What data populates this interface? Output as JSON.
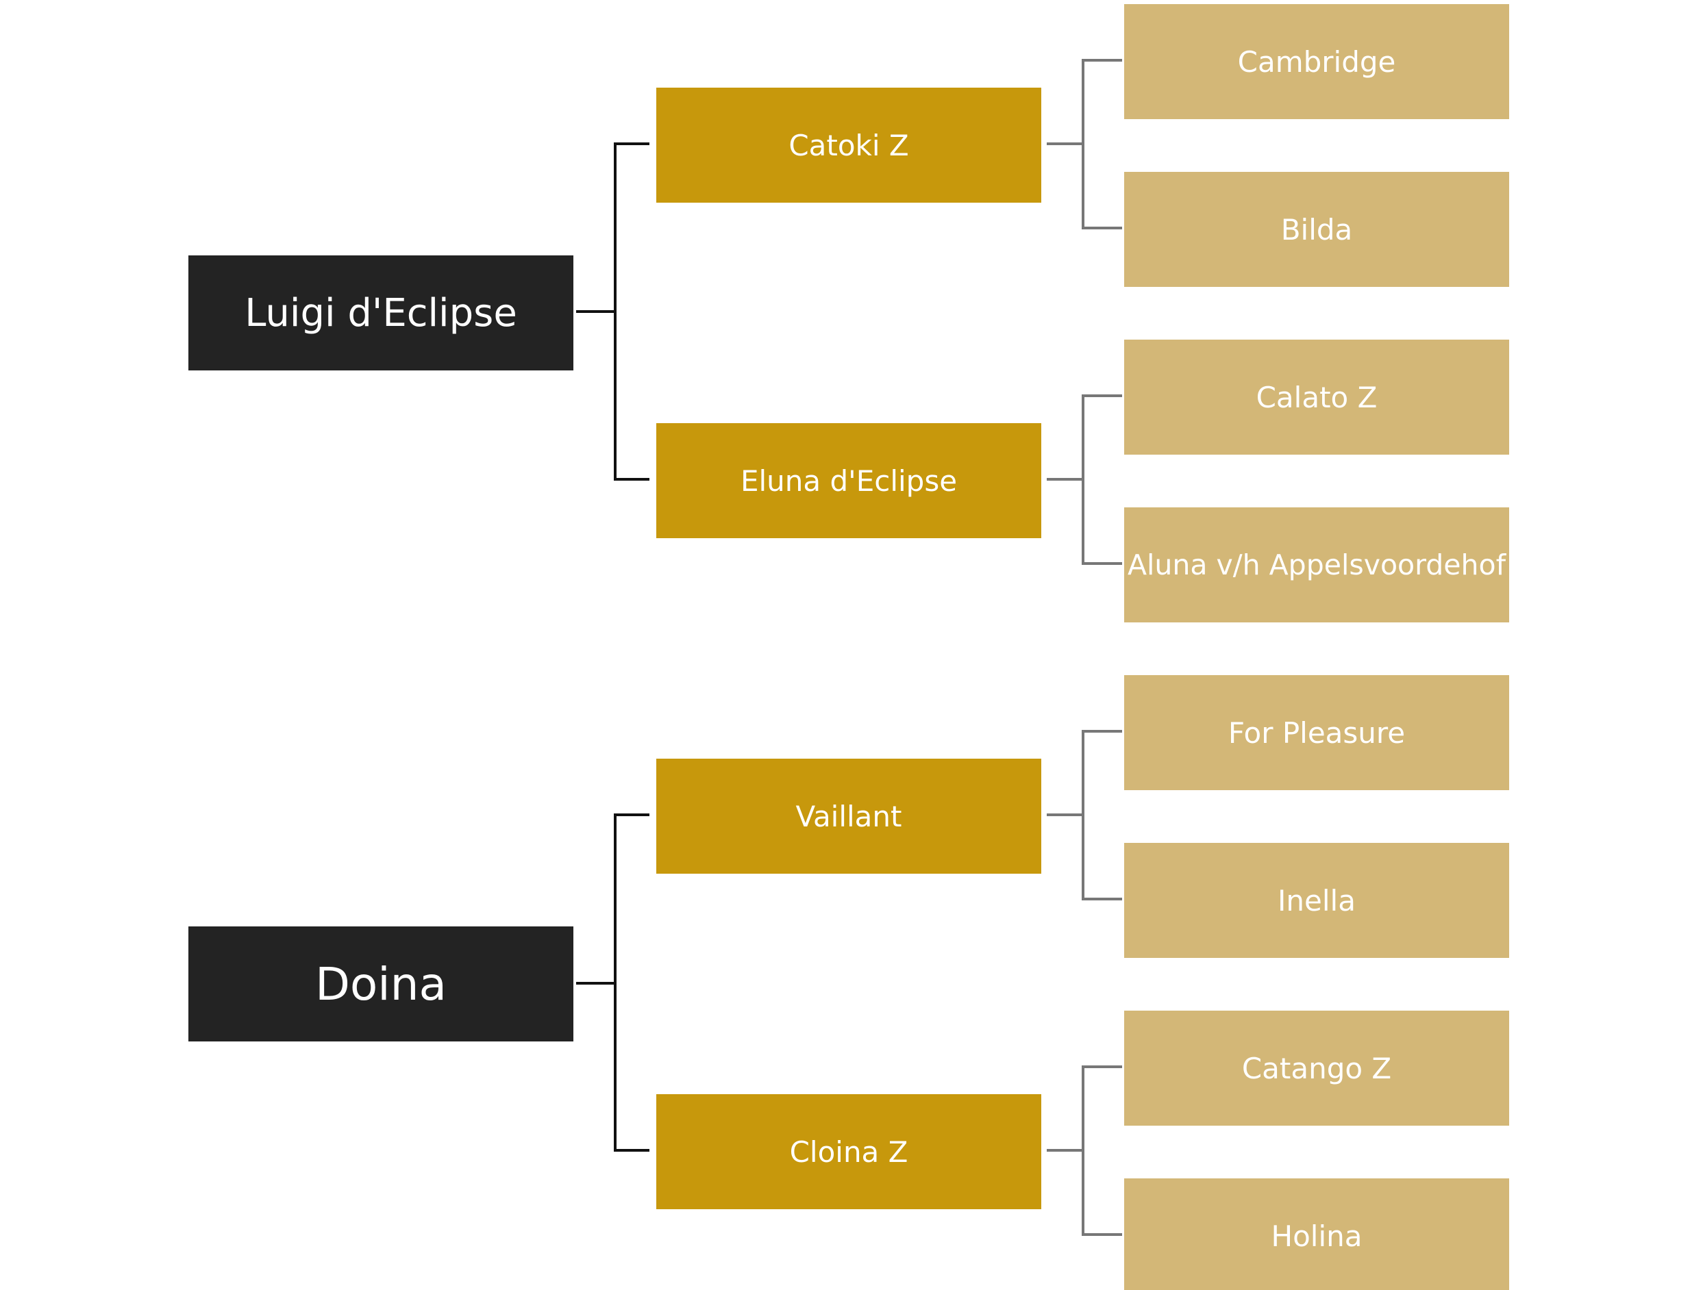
{
  "colors": {
    "generation_1": "#232323",
    "generation_2": "#c7980c",
    "generation_3": "#d3b777",
    "connector_generation_1": "#111111",
    "connector_generation_2": "#777777",
    "text": "#ffffff"
  },
  "pedigree": {
    "sire": {
      "name": "Luigi d'Eclipse",
      "sire": {
        "name": "Catoki Z",
        "sire": {
          "name": "Cambridge"
        },
        "dam": {
          "name": "Bilda"
        }
      },
      "dam": {
        "name": "Eluna d'Eclipse",
        "sire": {
          "name": "Calato Z"
        },
        "dam": {
          "name": "Aluna v/h Appelsvoordehof"
        }
      }
    },
    "dam": {
      "name": "Doina",
      "sire": {
        "name": "Vaillant",
        "sire": {
          "name": "For Pleasure"
        },
        "dam": {
          "name": "Inella"
        }
      },
      "dam": {
        "name": "Cloina Z",
        "sire": {
          "name": "Catango Z"
        },
        "dam": {
          "name": "Holina"
        }
      }
    }
  }
}
